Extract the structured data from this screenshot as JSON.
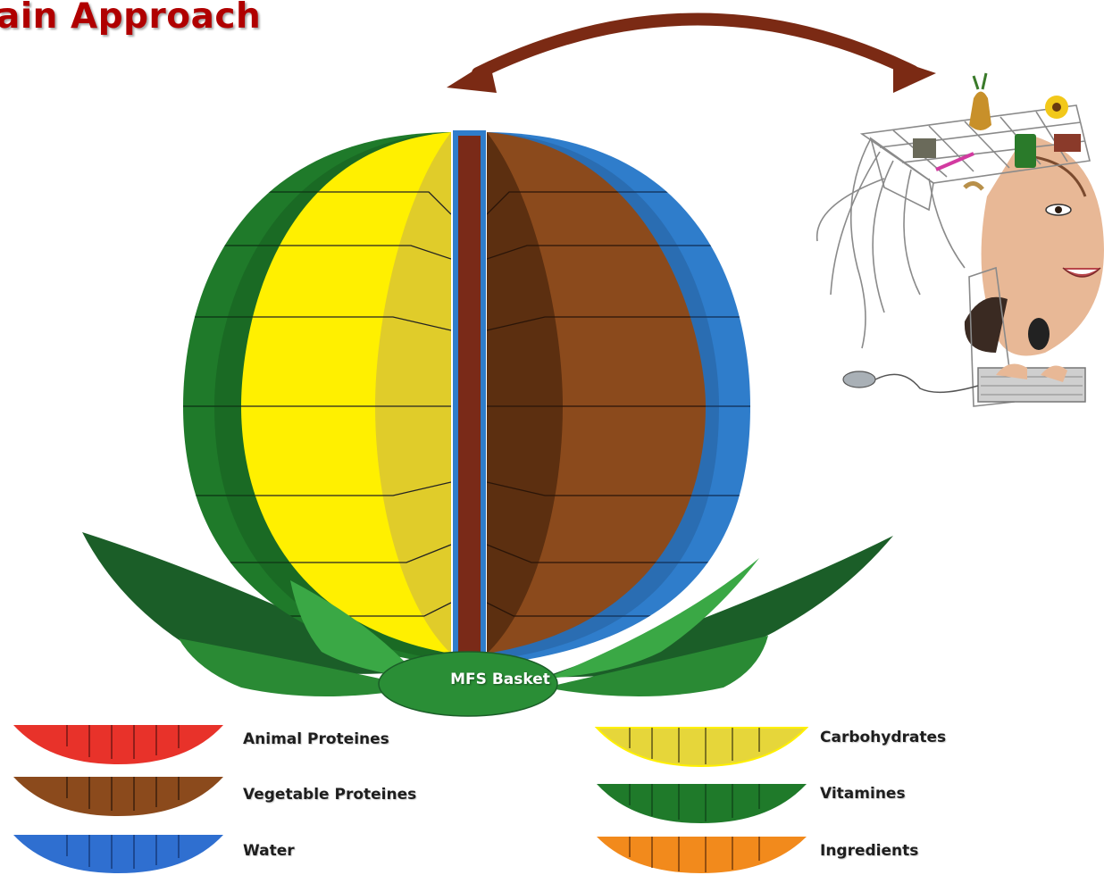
{
  "title": "ain Approach",
  "basket_label": "MFS Basket",
  "illustration_icon": "person-with-shopping-cart-head-icon",
  "colors": {
    "title": "#b00000",
    "outer_green": "#1f7a2a",
    "blue": "#2f7dcb",
    "yellow": "#ffee00",
    "brown": "#8b4a1c",
    "center_bar": "#7a2a18",
    "arrow": "#7b2a14"
  },
  "legend": [
    {
      "label": "Animal Proteines",
      "color": "#e8322a"
    },
    {
      "label": "Vegetable Proteines",
      "color": "#8b4a1c"
    },
    {
      "label": "Water",
      "color": "#2f6fd0"
    },
    {
      "label": "Carbohydrates",
      "color": "#f0e030"
    },
    {
      "label": "Vitamines",
      "color": "#1f7a2a"
    },
    {
      "label": "Ingredients",
      "color": "#f28a1c"
    }
  ]
}
